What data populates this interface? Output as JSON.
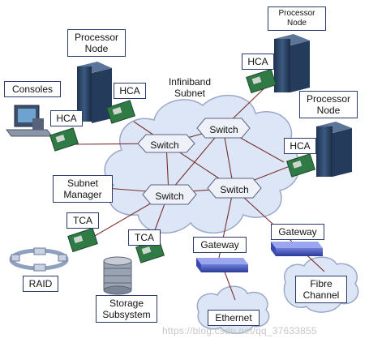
{
  "labels": {
    "processor_node_left": "Processor\nNode",
    "processor_node_top_right": "Processor\nNode",
    "processor_node_right": "Processor\nNode",
    "consoles": "Consoles",
    "hca_left": "HCA",
    "hca_mid": "HCA",
    "hca_top_right": "HCA",
    "hca_right": "HCA",
    "infiniband_subnet": "Infiniband\nSubnet",
    "switch_top_right": "Switch",
    "switch_top_left": "Switch",
    "switch_mid_left": "Switch",
    "switch_mid_right": "Switch",
    "subnet_manager": "Subnet\nManager",
    "tca_left": "TCA",
    "tca_mid": "TCA",
    "gateway_left": "Gateway",
    "gateway_right": "Gateway",
    "raid": "RAID",
    "storage_subsystem": "Storage\nSubsystem",
    "ethernet": "Ethernet",
    "fibre_channel": "Fibre\nChannel"
  },
  "watermark": "https://blog.csdn.net/qq_37633855",
  "colors": {
    "cloud_fill": "#dde6f6",
    "cloud_stroke": "#9aa9c8",
    "link_line": "#7a2f2f",
    "label_border": "#2a3c6a"
  }
}
